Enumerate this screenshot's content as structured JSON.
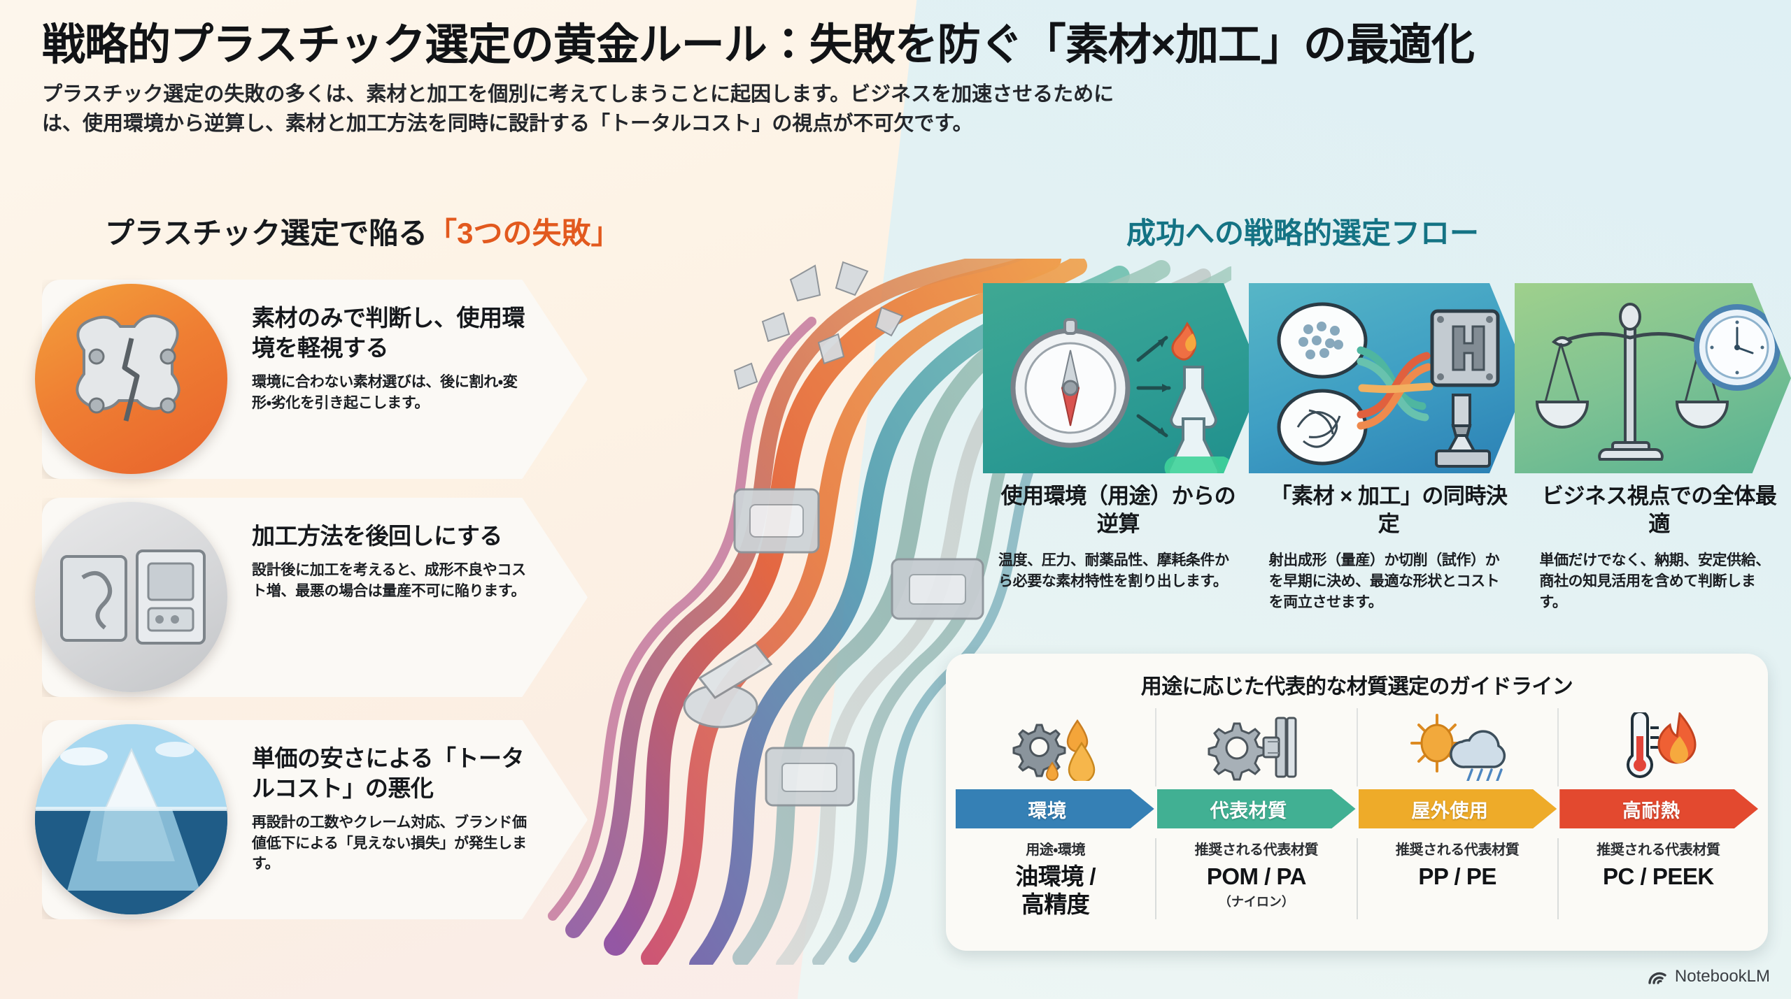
{
  "header": {
    "title": "戦略的プラスチック選定の黄金ルール：失敗を防ぐ「素材×加工」の最適化",
    "subtitle": "プラスチック選定の失敗の多くは、素材と加工を個別に考えてしまうことに起因します。ビジネスを加速させるためには、使用環境から逆算し、素材と加工方法を同時に設計する「トータルコスト」の視点が不可欠です。"
  },
  "sections": {
    "left_heading_plain": "プラスチック選定で陥る",
    "left_heading_accent": "「3つの失敗」",
    "right_heading": "成功への戦略的選定フロー"
  },
  "failures": [
    {
      "title": "素材のみで判断し、使用環境を軽視する",
      "body": "環境に合わない素材選びは、後に割れ・変形・劣化を引き起こします。",
      "icon": "cracked-part-icon",
      "accent": "#ef7f33"
    },
    {
      "title": "加工方法を後回しにする",
      "body": "設計後に加工を考えると、成形不良やコスト増、最悪の場合は量産不可に陥ります。",
      "icon": "mold-machine-icon",
      "accent": "#c84b5e"
    },
    {
      "title": "単価の安さによる「トータルコスト」の悪化",
      "body": "再設計の工数やクレーム対応、ブランド価値低下による「見えない損失」が発生します。",
      "icon": "iceberg-icon",
      "accent": "#7a4a9e"
    }
  ],
  "flow": [
    {
      "title": "使用環境（用途）からの逆算",
      "body": "温度、圧力、耐薬品性、摩耗条件から必要な素材特性を割り出します。",
      "icon": "compass-flask-icon",
      "color": "#2f9d94"
    },
    {
      "title": "「素材 × 加工」の同時決定",
      "body": "射出成形（量産）か切削（試作）かを早期に決め、最適な形状とコストを両立させます。",
      "icon": "mold-cutting-icon",
      "color": "#3f9fc4"
    },
    {
      "title": "ビジネス視点での全体最適",
      "body": "単価だけでなく、納期、安定供給、商社の知見活用を含めて判断します。",
      "icon": "balance-clock-icon",
      "color": "#7ec293"
    }
  ],
  "guideline": {
    "title": "用途に応じた代表的な材質選定のガイドライン",
    "bars": [
      {
        "label": "環境",
        "color": "#3580b5"
      },
      {
        "label": "代表材質",
        "color": "#41b093"
      },
      {
        "label": "屋外使用",
        "color": "#eeab29"
      },
      {
        "label": "高耐熱",
        "color": "#e3492f"
      }
    ],
    "icons": [
      "gear-oil-drop-icon",
      "gear-precision-icon",
      "sun-rain-icon",
      "thermometer-flame-icon"
    ],
    "cells": [
      {
        "label": "用途・環境",
        "value": "油環境 /\n高精度",
        "note": ""
      },
      {
        "label": "推奨される代表材質",
        "value": "POM / PA",
        "note": "（ナイロン）"
      },
      {
        "label": "推奨される代表材質",
        "value": "PP / PE",
        "note": ""
      },
      {
        "label": "推奨される代表材質",
        "value": "PC / PEEK",
        "note": ""
      }
    ]
  },
  "watermark": {
    "label": "NotebookLM",
    "icon": "notebooklm-logo-icon"
  },
  "colors": {
    "bg_left": "#fdf4e7",
    "bg_right": "#dff0f4",
    "accent_orange": "#e2591e",
    "accent_teal": "#147384",
    "text_dark": "#15181c"
  }
}
